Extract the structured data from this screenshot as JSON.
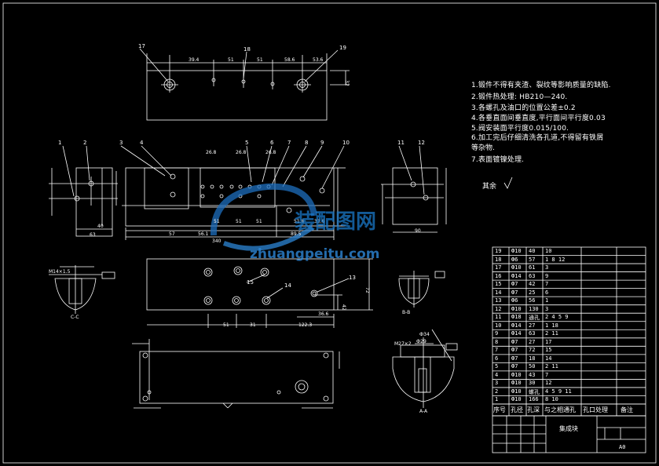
{
  "notes": [
    "1.锻件不得有夹渣、裂纹等影响质量的缺陷.",
    "2.锻件热处理: HB210—240.",
    "3.各螺孔及油口的位置公差±0.2",
    "4.各垂直面间垂直度,平行面间平行度0.03",
    "5.阀安装面平行度0.015/100.",
    "6.加工完后仔细清洗各孔道,不得留有铁屑",
    "7.表面镀镍处理."
  ],
  "note6_cont": "等杂物.",
  "rest_label": "其余",
  "watermark": {
    "brand": "装配图网",
    "url": "zhuangpeitu.com"
  },
  "table": {
    "rows": [
      [
        "19",
        "Ф10",
        "40",
        "10"
      ],
      [
        "18",
        "Ф6",
        "57",
        "1 8 12"
      ],
      [
        "17",
        "Ф10",
        "61",
        "3"
      ],
      [
        "16",
        "Ф14",
        "63",
        "9"
      ],
      [
        "15",
        "Ф7",
        "42",
        "7"
      ],
      [
        "14",
        "Ф7",
        "25",
        "6"
      ],
      [
        "13",
        "Ф6",
        "56",
        "1"
      ],
      [
        "12",
        "Ф10",
        "130",
        "3"
      ],
      [
        "11",
        "Ф18",
        "通孔",
        "2 4 5 9"
      ],
      [
        "10",
        "Ф14",
        "27",
        "1 18"
      ],
      [
        "9",
        "Ф14",
        "63",
        "2 11"
      ],
      [
        "8",
        "Ф7",
        "27",
        "17"
      ],
      [
        "7",
        "Ф7",
        "72",
        "15"
      ],
      [
        "6",
        "Ф7",
        "18",
        "14"
      ],
      [
        "5",
        "Ф7",
        "50",
        "2 11"
      ],
      [
        "4",
        "Ф10",
        "43",
        "7"
      ],
      [
        "3",
        "Ф10",
        "30",
        "12"
      ],
      [
        "2",
        "Ф10",
        "螺孔",
        "4 5 9 11"
      ],
      [
        "1",
        "Ф10",
        "166",
        "8 10"
      ]
    ],
    "header": [
      "序号",
      "孔径",
      "孔深",
      "与之相通孔",
      "孔口处理",
      "备注"
    ]
  },
  "title_block": {
    "name": "集成块",
    "size": "A0"
  },
  "callouts": {
    "top": [
      "17",
      "18",
      "19"
    ],
    "front": [
      "1",
      "2",
      "3",
      "4",
      "5",
      "6",
      "7",
      "8",
      "9",
      "10",
      "11",
      "12"
    ],
    "bottom": [
      "15",
      "14",
      "13"
    ]
  },
  "dims_top": [
    "39.4",
    "51",
    "51",
    "58.6",
    "53.6",
    "32"
  ],
  "dims_front": [
    "57",
    "56.1",
    "51",
    "51",
    "51",
    "51.8",
    "33.6",
    "89.5",
    "340",
    "26.8",
    "26.8",
    "26.8",
    "63",
    "40",
    "90"
  ],
  "dims_bottom": [
    "51",
    "31",
    "122.3",
    "36.6",
    "72",
    "42"
  ],
  "section_labels": [
    "M14×1.5",
    "M27×2",
    "Ф34",
    "Ф29",
    "A-A",
    "B-B",
    "C-C"
  ]
}
